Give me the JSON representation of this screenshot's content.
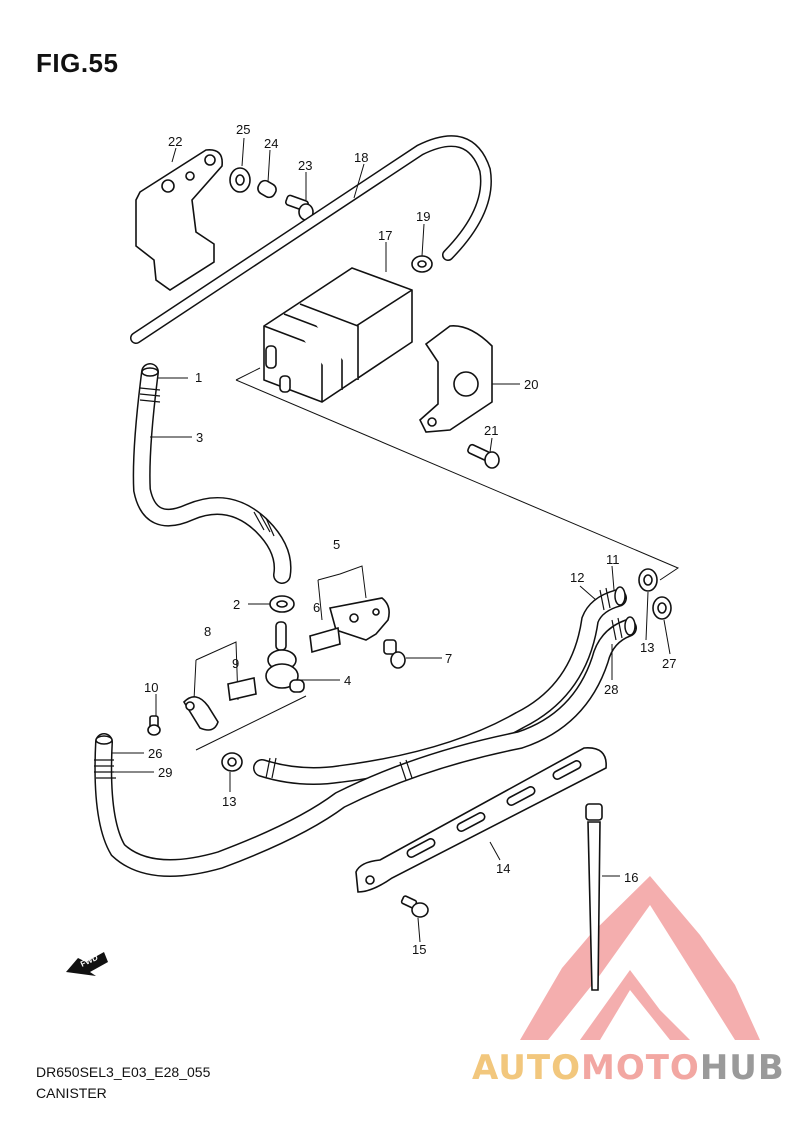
{
  "figure": {
    "title": "FIG.55",
    "model_code": "DR650SEL3_E03_E28_055",
    "name": "CANISTER"
  },
  "direction_badge": "FWD",
  "watermark": {
    "part1": "AUTO",
    "part2": "MOTO",
    "part3": "HUB",
    "colors": {
      "part1": "#f2c77d",
      "part2": "#f2a7a2",
      "part3": "#9a9a9a",
      "logo": "#f08c8c"
    }
  },
  "callouts": [
    "1",
    "2",
    "3",
    "4",
    "5",
    "6",
    "7",
    "8",
    "9",
    "10",
    "11",
    "12",
    "13",
    "13",
    "14",
    "15",
    "16",
    "17",
    "18",
    "19",
    "20",
    "21",
    "22",
    "23",
    "24",
    "25",
    "26",
    "27",
    "28",
    "29"
  ]
}
